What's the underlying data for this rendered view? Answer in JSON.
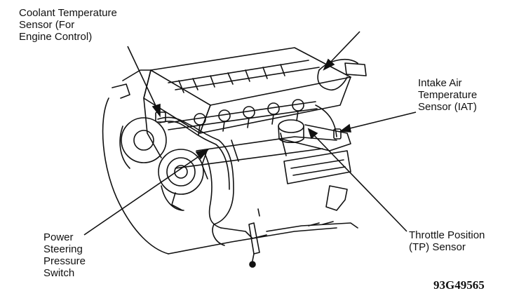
{
  "labels": {
    "coolant": [
      "Coolant Temperature",
      "Sensor (For",
      "Engine Control)"
    ],
    "iat": [
      "Intake Air",
      "Temperature",
      "Sensor (IAT)"
    ],
    "tp": [
      "Throttle Position",
      "(TP) Sensor"
    ],
    "power_steering": [
      "Power",
      "Steering",
      "Pressure",
      "Switch"
    ]
  },
  "figure_code": "93G49565",
  "colors": {
    "ink": "#111111",
    "background": "#ffffff"
  }
}
